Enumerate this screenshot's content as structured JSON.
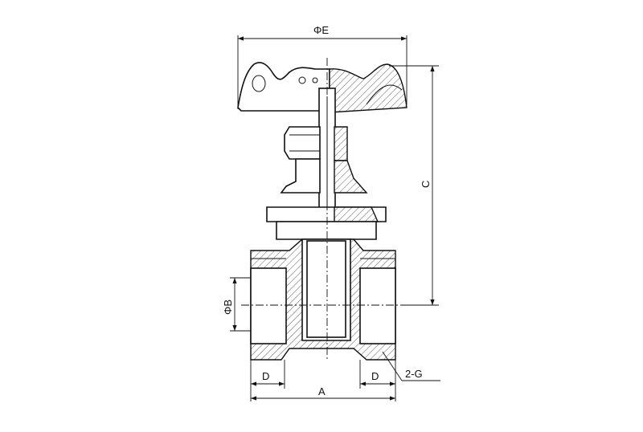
{
  "drawing": {
    "labels": {
      "handwheel_diameter": "ΦE",
      "height": "C",
      "bore_diameter": "ΦB",
      "thread_depth_left": "D",
      "thread_depth_right": "D",
      "overall_length": "A",
      "thread_spec": "2-G"
    }
  }
}
